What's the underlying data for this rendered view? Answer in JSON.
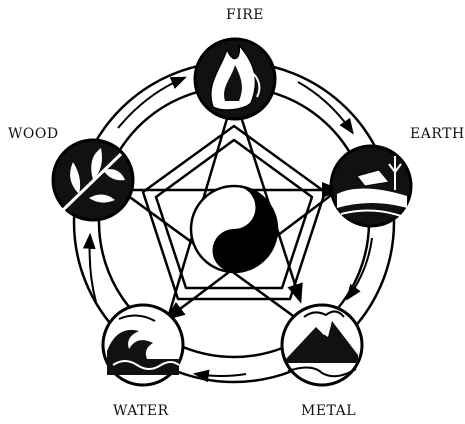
{
  "elements": {
    "fire": {
      "label": "FIRE"
    },
    "earth": {
      "label": "EARTH"
    },
    "metal": {
      "label": "METAL"
    },
    "water": {
      "label": "WATER"
    },
    "wood": {
      "label": "WOOD"
    }
  },
  "center": {
    "symbol": "yin-yang"
  },
  "cycles": {
    "generating": [
      "fire",
      "earth",
      "metal",
      "water",
      "wood"
    ],
    "controlling_star": [
      "fire",
      "metal",
      "wood",
      "earth",
      "water"
    ]
  },
  "colors": {
    "ink": "#000000",
    "paper": "#ffffff"
  }
}
